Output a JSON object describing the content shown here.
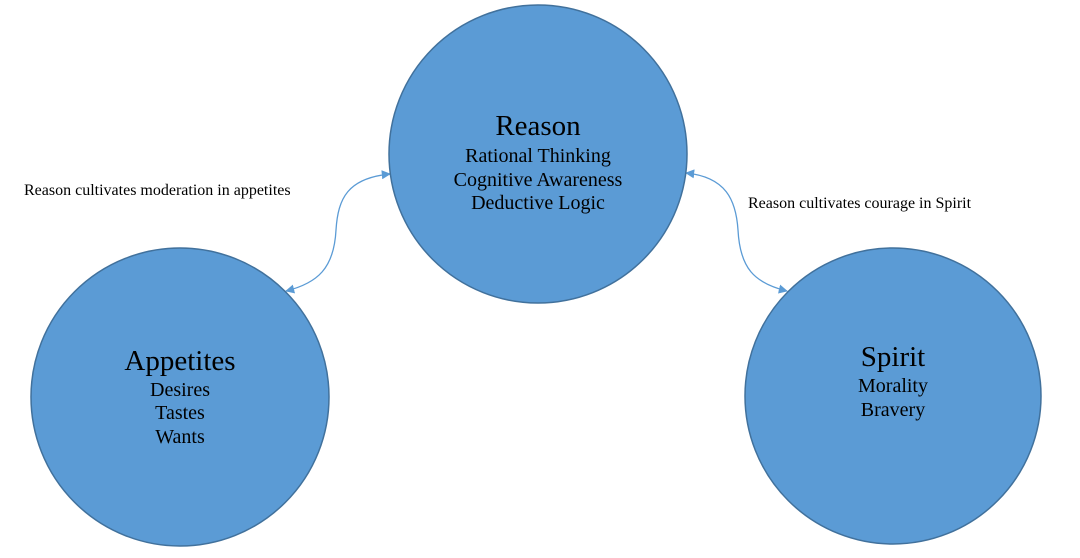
{
  "colors": {
    "node_fill": "#5b9bd5",
    "node_stroke": "#41719c",
    "connector": "#5b9bd5"
  },
  "nodes": {
    "reason": {
      "title": "Reason",
      "lines": [
        "Rational Thinking",
        "Cognitive Awareness",
        "Deductive Logic"
      ]
    },
    "appetites": {
      "title": "Appetites",
      "lines": [
        "Desires",
        "Tastes",
        "Wants"
      ]
    },
    "spirit": {
      "title": "Spirit",
      "lines": [
        "Morality",
        "Bravery"
      ]
    }
  },
  "edges": {
    "reason_appetites": {
      "label": "Reason cultivates moderation in appetites"
    },
    "reason_spirit": {
      "label": "Reason cultivates courage in Spirit"
    }
  }
}
